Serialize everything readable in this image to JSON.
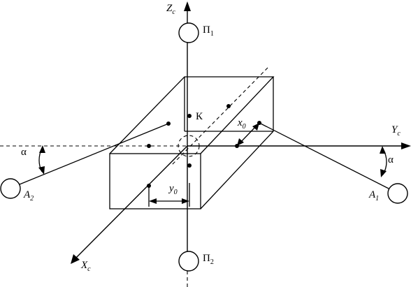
{
  "labels": {
    "z_axis": {
      "main": "Z",
      "sub": "c"
    },
    "y_axis": {
      "main": "Y",
      "sub": "c"
    },
    "x_axis": {
      "main": "X",
      "sub": "c"
    },
    "sensor_top": {
      "main": "П",
      "sub": "1"
    },
    "sensor_bottom": {
      "main": "П",
      "sub": "2"
    },
    "sensor_right": {
      "main": "A",
      "sub": "1"
    },
    "sensor_left": {
      "main": "A",
      "sub": "2"
    },
    "point_k": "К",
    "offset_x": {
      "main": "x",
      "sub": "0"
    },
    "offset_y": {
      "main": "y",
      "sub": "0"
    },
    "angle_left": "α",
    "angle_right": "α"
  }
}
